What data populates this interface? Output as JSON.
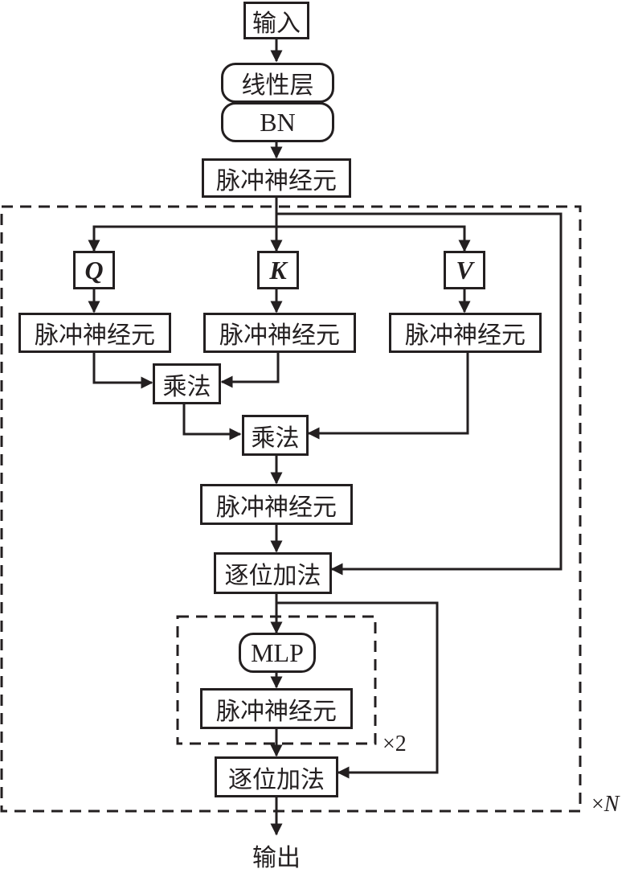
{
  "nodes": {
    "input": "输入",
    "linear": "线性层",
    "bn": "BN",
    "neuron_in": "脉冲神经元",
    "q": "Q",
    "k": "K",
    "v": "V",
    "neuron_q": "脉冲神经元",
    "neuron_k": "脉冲神经元",
    "neuron_v": "脉冲神经元",
    "mul_qk": "乘法",
    "mul_v": "乘法",
    "neuron_attn": "脉冲神经元",
    "add1": "逐位加法",
    "mlp": "MLP",
    "neuron_mlp": "脉冲神经元",
    "add2": "逐位加法",
    "output": "输出"
  },
  "repeat": {
    "mlp_block_prefix": "×",
    "mlp_block_count": "2",
    "encoder_prefix": "×",
    "encoder_symbol": "N"
  }
}
